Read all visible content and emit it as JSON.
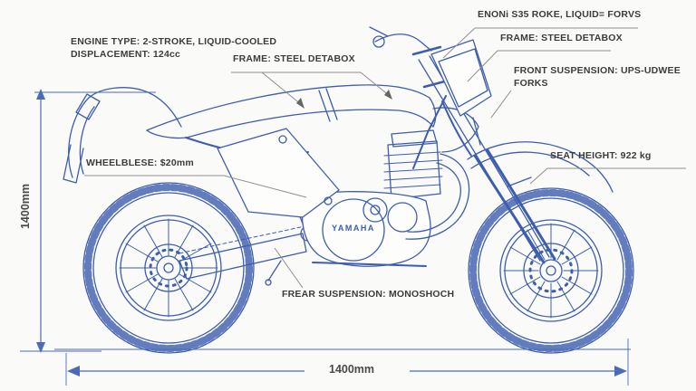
{
  "diagram": {
    "type": "motorcycle-spec-diagram",
    "brand_badge": "YAMAHA",
    "colors": {
      "line_blue": "#3d5dae",
      "dimension_blue": "#4a6bb5",
      "leader_gray": "#8f8f8f",
      "label_text": "#3c3c3c",
      "background": "#fafaf8"
    },
    "labels": {
      "engine_type_line1": "ENGINE TYPE: 2-STROKE, LIQUID-COOLED",
      "engine_type_line2": "DISPLACEMENT: 124cc",
      "frame_center": "FRAME: STEEL DETABOX",
      "engine_right": "ENONi S35 ROKE, LIQUID= FORVS",
      "frame_right": "FRAME: STEEL DETABOX",
      "front_suspension_line1": "FRONT SUSPENSION: UPS-UDWEE",
      "front_suspension_line2": "FORKS",
      "seat_height": "SEAT HEIGHT: 922 kg",
      "wheelbase": "WHEELBLESE: $20mm",
      "rear_suspension": "FREAR SUSPENSION: MONOSHOCH"
    },
    "dimensions": {
      "overall_height": "1400mm",
      "overall_length": "1400mm"
    }
  }
}
